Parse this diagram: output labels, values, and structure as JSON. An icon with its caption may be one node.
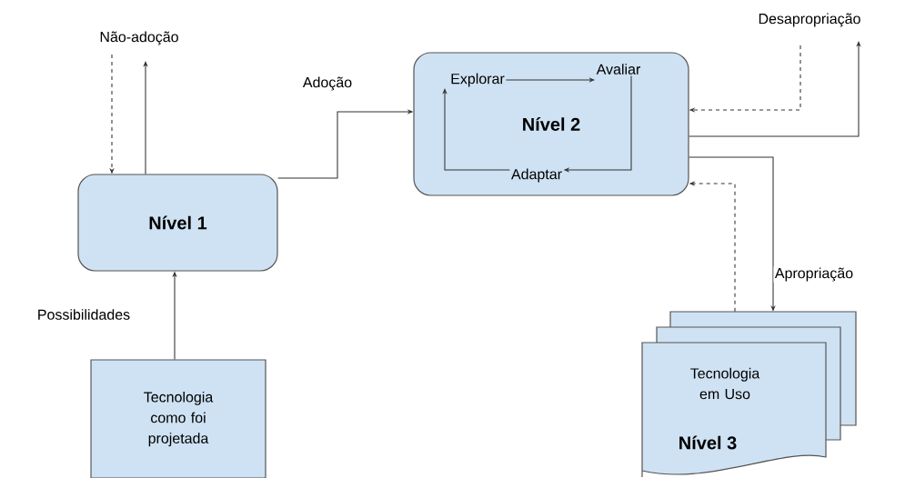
{
  "diagram": {
    "nodes": [
      {
        "text": [
          "Nível 1"
        ]
      },
      {
        "text": [
          "Nível 2"
        ]
      },
      {
        "text": [
          "Explorar"
        ],
        "in": 1
      },
      {
        "text": [
          "Avaliar"
        ],
        "in": 1
      },
      {
        "text": [
          "Adaptar"
        ],
        "in": 1
      },
      {
        "text": [
          "Tecnologia como foi projetada"
        ]
      },
      {
        "text": [
          "Tecnologia em Uso",
          "Nível 3"
        ]
      }
    ],
    "edges": [
      {
        "from": null,
        "to": 0,
        "arrow": "to",
        "style": "dashed"
      },
      {
        "from": 0,
        "to": null,
        "arrow": "to"
      },
      {
        "from": 0,
        "to": 1,
        "arrow": "to",
        "label": "Adoção"
      },
      {
        "from": 5,
        "to": 0,
        "arrow": "to",
        "label": "Possibilidades"
      },
      {
        "from": 2,
        "to": 3,
        "arrow": "to"
      },
      {
        "from": 3,
        "to": 4,
        "arrow": "to"
      },
      {
        "from": 4,
        "to": 2,
        "arrow": "to"
      },
      {
        "from": null,
        "to": 1,
        "arrow": "to",
        "style": "dashed"
      },
      {
        "from": 1,
        "to": null,
        "arrow": "to"
      },
      {
        "from": 1,
        "to": 6,
        "arrow": "to",
        "label": "Apropriação"
      },
      {
        "from": 6,
        "to": 1,
        "arrow": "to",
        "style": "dashed"
      }
    ],
    "labels": [
      "Não-adoção",
      "Desapropriação"
    ]
  }
}
